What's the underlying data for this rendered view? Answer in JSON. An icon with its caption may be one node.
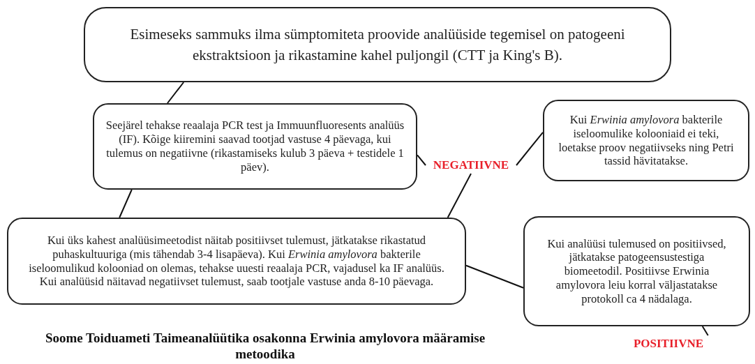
{
  "diagram": {
    "caption": "Soome Toiduameti Taimeanalüütika osakonna Erwinia amylovora määramise metoodika",
    "nodes": [
      {
        "text": [
          "Esimeseks sammuks ilma sümptomiteta proovide analüüside tegemisel on patogeeni ekstraktsioon ja rikastamine kahel puljongil (CTT ja King's B)."
        ]
      },
      {
        "text": [
          "Seejärel tehakse reaalaja PCR test ja Immuunfluoresents analüüs (IF). Kõige kiiremini saavad tootjad vastuse 4 päevaga, kui tulemus on negatiivne (rikastamiseks kulub 3 päeva + testidele 1 päev)."
        ]
      },
      {
        "text": [
          "NEGATIIVNE"
        ]
      },
      {
        "text": [
          "Kui *Erwinia amylovora* bakterile iseloomulike kolooniaid ei teki, loetakse proov negatiivseks ning Petri tassid hävitatakse."
        ]
      },
      {
        "text": [
          "Kui üks kahest analüüsimeetodist näitab positiivset tulemust, jätkatakse rikastatud puhaskultuuriga (mis tähendab 3-4 lisapäeva). Kui *Erwinia amylovora* bakterile iseloomulikud kolooniad on olemas, tehakse uuesti reaalaja PCR, vajadusel ka IF analüüs. Kui analüüsid näitavad negatiivset tulemust, saab tootjale vastuse anda 8-10 päevaga."
        ]
      },
      {
        "text": [
          "Kui analüüsi tulemused on positiivsed, jätkatakse patogeensustestiga biomeetodil. Positiivse Erwinia amylovora leiu korral väljastatakse protokoll ca 4 nädalaga."
        ]
      },
      {
        "text": [
          "POSITIIVNE"
        ]
      }
    ],
    "edges": [
      {
        "from": 0,
        "to": 1,
        "arrow": "none"
      },
      {
        "from": 1,
        "to": 4,
        "arrow": "none"
      },
      {
        "from": 1,
        "to": 2,
        "arrow": "none"
      },
      {
        "from": 4,
        "to": 2,
        "arrow": "none"
      },
      {
        "from": 2,
        "to": 3,
        "arrow": "none"
      },
      {
        "from": 4,
        "to": 5,
        "arrow": "none"
      },
      {
        "from": 5,
        "to": 6,
        "arrow": "none"
      }
    ]
  }
}
